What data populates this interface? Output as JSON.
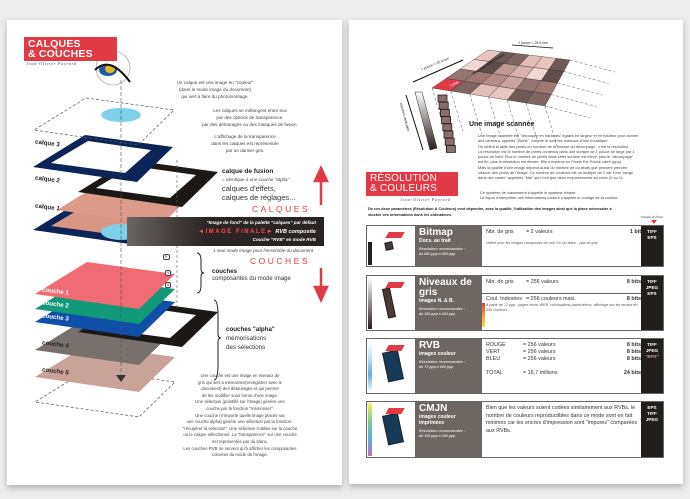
{
  "left": {
    "title_line1": "CALQUES",
    "title_line2": "& COUCHES",
    "author": "Jean-Olivier Payrard",
    "intro": [
      "Un calque est une image en \"couleur\"",
      "(dans le mode image du document)",
      "qui sert à faire du photomontage."
    ],
    "blend": [
      "Les calques se mélangent entre eux",
      "par des options de transparence,",
      "par des détourages ou des masques de fusion."
    ],
    "transp": [
      "L'affichage de la transparence",
      "dans les calques est représentée",
      "par un damier gris."
    ],
    "layer_labels": [
      "calque 3",
      "calque 2",
      "calque 1",
      "couche 1",
      "couche 2",
      "couche 3",
      "couche 4",
      "couche 5"
    ],
    "fusion_title": "calque de fusion",
    "fusion_sub": "= identique à une couche \"alpha\"",
    "effects": "calques d'effets,",
    "adjust": "calques de réglages...",
    "calques_word": "CALQUES",
    "banner": {
      "line1": "\"Image de fond\" de la palette \"calques\" par défaut",
      "final": "◄IMAGE FINALE►",
      "composite": "RVB composite",
      "line3": "Couche \"RVB\" en mode RVB"
    },
    "one_mode": "1 seul mode image pour l'ensemble du document",
    "couches_word": "COUCHES",
    "couches_title": "couches",
    "couches_sub": "composantes du mode image",
    "channels": [
      "R",
      "V",
      "B"
    ],
    "alpha_title": "couches \"alpha\"",
    "alpha_sub1": "mémorisations",
    "alpha_sub2": "des sélections",
    "bottom": [
      "Une couche est une image en niveaux de",
      "gris qui sert à mémoriser(enregistrer avec le",
      "document) des détourages et qui permet",
      "de les modifier sous forme d'une image.",
      "Une sélection (pointillé sur l'image) génère une",
      "couche par la fonction \"mémoriser\".",
      "Une couche (n'importe quelle image placée sur",
      "une couche alpha) génère une sélection par la fonction :",
      "\"récupérer la sélection\". Une sélection s'utilise sur la couche",
      "ou le calque sélectionné. La \"transparence\" sur une couche",
      "est représentée par du blanc.",
      "Les couches RVB ne servent qu'à afficher les composantes",
      "colorées du mode de l'image."
    ]
  },
  "right": {
    "ruler_top": "1 pouce = 25,4 mm",
    "ruler_side": "1 pouce = 25,4 mm",
    "side_label": "tranches verticales",
    "grid_label": "tranches horizontales",
    "pixel_label": "1 pixel",
    "scan_title": "Une image scannée",
    "scan_text": [
      "Une image scannée est \"découpée en tranches\" égales en largeur et en hauteur pour donner",
      "des carreaux appelés \"pixels\", comme le sont les carreaux d'une mosaïque.",
      "On définit la taille des pixels en fonction de la finesse du découpage : c'est la résolution.",
      "La résolution est le nombre de pixels contenus dans une surface de 1 pouce de large par 1",
      "pouce de haut. Plus le nombre de pixels dans cette surface est élevé, plus le \"découpage\"",
      "est fin, plus la résolution est élevée. Elle s'exprime en Pixels Par Pouce carré (ppp).",
      "Mais la qualité d'une image dépend aussi du nombre de couleurs que peuvent prendre",
      "chacun des pixels de l'image. Ce nombre de couleurs est un multiple de 2 car il est \"rangé",
      "dans des cases\" appelées \"bits\" qui n'ont que deux emplacements au choix (0 ou 1)."
    ],
    "binary": [
      "Ce système de classement s'appelle le système binaire.",
      "La façon d'interpréter ces informations couleur s'appelle le codage de la couleur."
    ],
    "title_line1": "RÉSOLUTION",
    "title_line2": "& COULEURS",
    "author": "Jean-Olivier Payrard",
    "intro": [
      "De ces deux paramètres (Résolution & Couleurs) vont dépendre, avec la qualité, l'utilisation des images ainsi que la place nécessaire à",
      "stocker ces informations dans les ordinateurs."
    ],
    "formats_label": "Formats de fichier",
    "rows": [
      {
        "name": "Bitmap",
        "sub": "Docs. au trait",
        "reco": [
          "Résolution recommandée :",
          "de 600 ppp à 800 ppp"
        ],
        "lines": [
          {
            "k": "Nbr. de gris",
            "v": "= 2 valeurs",
            "b": "1 bit"
          }
        ],
        "note": "Utilisé pour les images comportant du noir OU du blanc ; pas de gris.",
        "formats": [
          "TIFF",
          "EPS"
        ]
      },
      {
        "name": "Niveaux de gris",
        "sub": "images N. & B.",
        "reco": [
          "Résolution recommandée :",
          "de 150 ppp à 300 ppp"
        ],
        "lines": [
          {
            "k": "Nbr. de gris",
            "v": "= 256 valeurs",
            "b": "8 bits"
          }
        ],
        "indexed": {
          "k": "Coul. Indexées",
          "v": "= 256 couleurs maxi.",
          "b": "8 bits"
        },
        "note": "A partir de 72 ppp : pages écran WEB, colorisations particulières, affichage sur les écrans en 256 couleurs...",
        "formats": [
          "TIFF",
          "JPEG",
          "EPS"
        ]
      },
      {
        "name": "RVB",
        "sub": "images couleur",
        "reco": [
          "Résolution recommandée :",
          "de 72 ppp à 300 ppp"
        ],
        "lines": [
          {
            "k": "ROUGE",
            "v": "= 256 valeurs",
            "b": "8 bits"
          },
          {
            "k": "VERT",
            "v": "= 256 valeurs",
            "b": "8 bits"
          },
          {
            "k": "BLEU",
            "v": "= 256 valeurs",
            "b": "8 bits"
          }
        ],
        "total": {
          "k": "TOTAL",
          "v": "= 16,7 millions",
          "b": "24 bits"
        },
        "formats": [
          "TIFF",
          "JPEG",
          "\"EPS\""
        ]
      },
      {
        "name": "CMJN",
        "sub": "images couleur imprimées",
        "reco": [
          "Résolution recommandée :",
          "de 150 ppp à 300 ppp"
        ],
        "text": "Bien que les valeurs soient codées similairement aux RVBs, le nombre de couleurs reproductibles dans ce mode sont en fait minimes car les encres d'impression sont \"impures\" comparées aux RVBs.",
        "formats": [
          "EPS",
          "TIFF",
          "JPEG"
        ]
      }
    ]
  },
  "colors": {
    "accent": "#e23a45",
    "navy": "#0d2458",
    "banner": "#2a2523",
    "label_gray": "#6e6662"
  }
}
